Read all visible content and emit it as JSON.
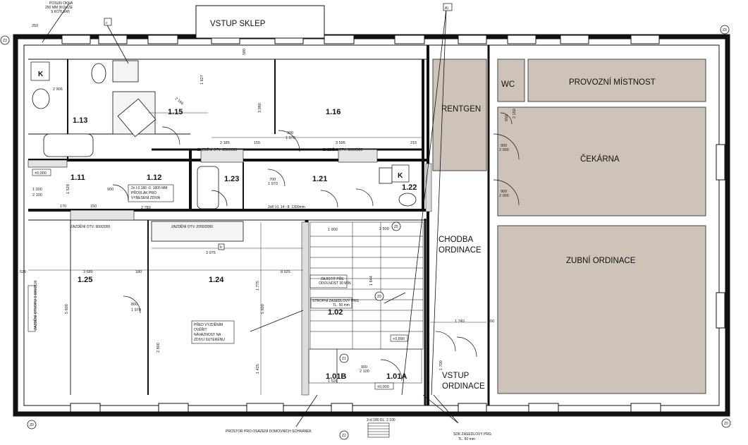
{
  "rooms": {
    "r113": "1.13",
    "r115": "1.15",
    "r116": "1.16",
    "r111": "1.11",
    "r112": "1.12",
    "r123": "1.23",
    "r121": "1.21",
    "r122": "1.22",
    "r125": "1.25",
    "r124": "1.24",
    "r102": "1.02",
    "r101b": "1.01B",
    "r101a": "1.01A"
  },
  "named_areas": {
    "vstup_sklep": "VSTUP SKLEP",
    "rentgen": "RENTGEN",
    "wc": "WC",
    "provozni": "PROVOZNÍ MÍSTNOST",
    "cekarna": "ČEKÁRNA",
    "chodba_1": "CHODBA",
    "chodba_2": "ORDINACE",
    "zubni": "ZUBNÍ ORDINACE",
    "vstup_1": "VSTUP",
    "vstup_2": "ORDINACE"
  },
  "notes": {
    "posun_1": "POSUN OKNA",
    "posun_2": "250 MM (KOLIZE",
    "posun_3": "S KOTLEM)",
    "zazdeni_850": "ZAZDĚNÍ OTV. 850/2000",
    "zazdeni_800": "ZAZDĚNÍ OTV. 800/2000",
    "zazdeni_900": "ZAZDĚNÍ OTV. 900/2000",
    "zazdeni_2050": "ZAZDĚNÍ OTV. 2050/2050",
    "zazdeni_top": "ZAZDĚNÍ OTV. 800/2050",
    "provlak_1": "2x I.0.180 -0. 1800 MM",
    "provlak_2": "PŘOVLAK PRO",
    "provlak_3": "VYNESENÍ ZDIVA",
    "nadpraz": "2x8 I.0. 14 - 8. 1300mm",
    "nadpraz2": "2x8 I.0.14 - 8.1300mm",
    "pred_1": "PŘED VYZDĚNÍM",
    "pred_2": "OVĚŘIT",
    "pred_3": "NÁVAZNOST NA",
    "pred_4": "ZDIVU SUTERÉNU",
    "zajistit_1": "ZAJISTIT PŘE",
    "zajistit_2": "ODOLNOST 30 MIN",
    "strop_1": "STROPNÍ ZASEDLOVÝ PRG",
    "strop_2": "TL. 50 mm",
    "prostor": "PROSTOR PRO OSAZENÍ DOMOVNÍCH SCHRÁNEK",
    "okno": "3 xl 180 DL. 2 100",
    "sdk_bottom_1": "SDK ZASEDLOVÝ PRG",
    "sdk_bottom_2": "TL. 50 mm",
    "vertical_left": "ZAZDĚNÍ OTVORU 1 000/2100",
    "k_label": "K",
    "c_label": "c",
    "a_label": "A)",
    "b_label": "b",
    "z_label": "Z"
  },
  "dims": {
    "d250": "250",
    "d2906": "2 906",
    "d1627": "1 627",
    "d3080a": "3 080",
    "d2185": "2 185",
    "d3595": "3 595",
    "d2780": "2 780",
    "d3975": "3 975",
    "d8925": "8 925",
    "d3685": "3 685",
    "d520": "520",
    "d180a": "180",
    "d5600a": "5 600",
    "d5600b": "5 600",
    "d1775": "1 775",
    "d2800": "2 800",
    "d1425": "1 425",
    "d1740": "1 740",
    "d300": "300",
    "d1700": "1 700",
    "d1000": "1 000",
    "d2100": "2 100",
    "d800": "800",
    "d1970": "1 970",
    "d900": "900",
    "d2000": "2 000",
    "d700": "700",
    "d150": "150",
    "d170": "170",
    "d580": "580",
    "d1520": "1 520",
    "d1900": "1 900",
    "d1844": "1 844",
    "d1526": "1 526",
    "d2500": "2 500",
    "elev0": "±0,000",
    "elev1": "±0,000",
    "elev2": "+0,890",
    "d215": "215",
    "d155": "155",
    "d650": "650",
    "d2150": "2 150",
    "d2166": "2 166"
  },
  "markers": {
    "z23a": "Z3",
    "z23b": "Z3",
    "z20": "Z0",
    "z22": "Z2",
    "z25": "Z5",
    "z29": "Z9",
    "z1": "Z1"
  }
}
